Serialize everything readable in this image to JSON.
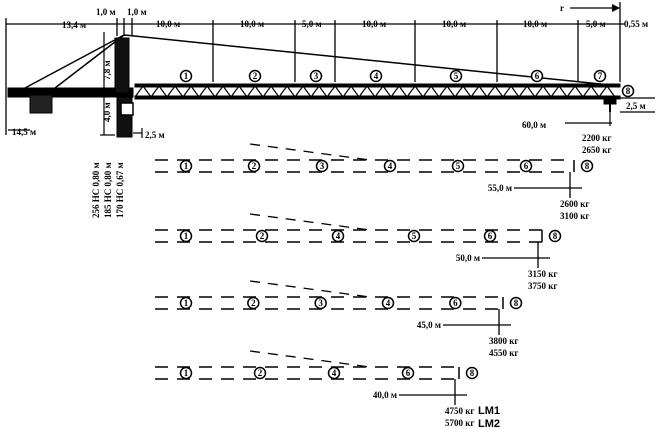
{
  "top_dims": {
    "counter_jib": "13,4 м",
    "head_left": "1,0 м",
    "head_right": "1,0 м",
    "seg1": "10,0 м",
    "seg2": "10,0 м",
    "seg3": "5,0 м",
    "seg4": "10,0 м",
    "seg5": "10,0 м",
    "seg6": "10,0 м",
    "seg7": "5,0 м",
    "end": "0,55 м",
    "radius_symbol": "r"
  },
  "side_dims": {
    "tower_top": "7,8 м",
    "tower_lower": "4,0 м",
    "tail_radius": "14,5 м",
    "base": "2,5 м",
    "hook_offset": "2,5 м"
  },
  "tower_types": [
    "256 HC 0,80 м",
    "185 HC 0,80 м",
    "170 HC 0,67 м"
  ],
  "main_jib": {
    "sections": [
      "1",
      "2",
      "3",
      "4",
      "5",
      "6",
      "7",
      "8"
    ],
    "length": "60,0 м",
    "load_lm1": "2200 кг",
    "load_lm2": "2650 кг"
  },
  "configs": [
    {
      "sections": [
        "1",
        "2",
        "3",
        "4",
        "5",
        "6",
        "8"
      ],
      "length": "55,0 м",
      "load_lm1": "2600 кг",
      "load_lm2": "3100 кг"
    },
    {
      "sections": [
        "1",
        "2",
        "4",
        "5",
        "6",
        "8"
      ],
      "length": "50,0 м",
      "load_lm1": "3150 кг",
      "load_lm2": "3750 кг"
    },
    {
      "sections": [
        "1",
        "2",
        "3",
        "4",
        "6",
        "8"
      ],
      "length": "45,0 м",
      "load_lm1": "3800 кг",
      "load_lm2": "4550 кг"
    },
    {
      "sections": [
        "1",
        "2",
        "4",
        "6",
        "8"
      ],
      "length": "40,0 м",
      "load_lm1": "4750 кг",
      "load_lm2": "5700 кг"
    }
  ],
  "legend": {
    "lm1": "LM1",
    "lm2": "LM2"
  }
}
